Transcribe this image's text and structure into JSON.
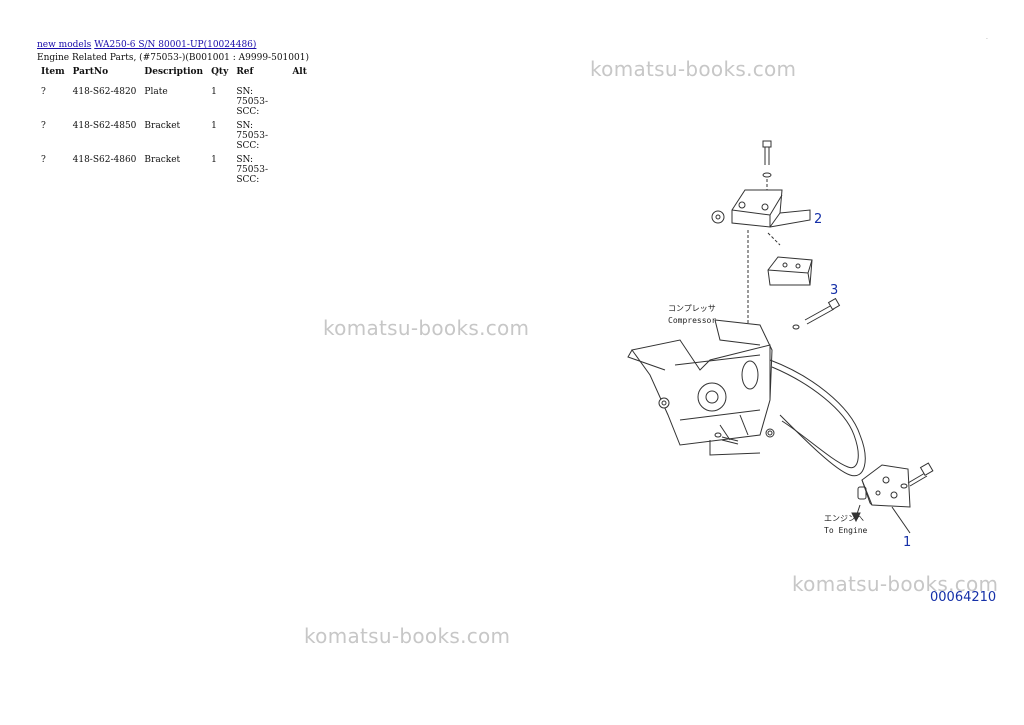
{
  "breadcrumb": {
    "link1": "new models",
    "link2": "WA250-6 S/N 80001-UP(10024486)"
  },
  "subtitle": "Engine Related Parts, (#75053-)(B001001 : A9999-501001)",
  "table": {
    "headers": [
      "Item",
      "PartNo",
      "Description",
      "Qty",
      "Ref",
      "Alt"
    ],
    "rows": [
      {
        "item": "?",
        "partno": "418-S62-4820",
        "desc": "Plate",
        "qty": "1",
        "ref": "SN: 75053-SCC:",
        "alt": ""
      },
      {
        "item": "?",
        "partno": "418-S62-4850",
        "desc": "Bracket",
        "qty": "1",
        "ref": "SN: 75053-SCC:",
        "alt": ""
      },
      {
        "item": "?",
        "partno": "418-S62-4860",
        "desc": "Bracket",
        "qty": "1",
        "ref": "SN: 75053-SCC:",
        "alt": ""
      }
    ]
  },
  "watermark": "komatsu-books.com",
  "diagram": {
    "label_compressor_jp": "コンプレッサ",
    "label_compressor": "Compressor",
    "label_engine_jp": "エンジンへ",
    "label_engine": "To Engine",
    "callout_1": "1",
    "callout_2": "2",
    "callout_3": "3",
    "figure_id": "00064210",
    "callout_color": "#1530a8"
  },
  "corner_mark": "."
}
